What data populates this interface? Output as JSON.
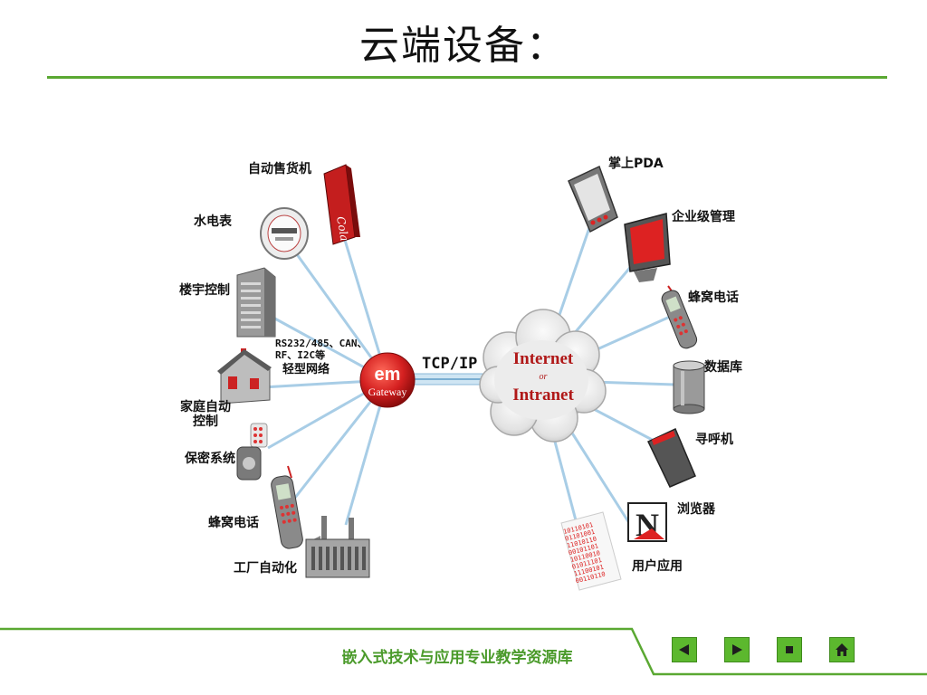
{
  "title": "云端设备：",
  "footer": {
    "text": "嵌入式技术与应用专业教学资源库"
  },
  "hub": {
    "top": "em",
    "bottom": "Gateway"
  },
  "protocol": "TCP/IP",
  "cloud": {
    "line1": "Internet",
    "line2": "or",
    "line3": "Intranet"
  },
  "bus_label": {
    "line1": "RS232/485、CAN、",
    "line2": "RF、I2C等",
    "line3": "轻型网络"
  },
  "left_devices": [
    {
      "id": "vending",
      "label": "自动售货机"
    },
    {
      "id": "meter",
      "label": "水电表"
    },
    {
      "id": "building",
      "label": "楼宇控制"
    },
    {
      "id": "home",
      "label_line1": "家庭自动",
      "label_line2": "控制"
    },
    {
      "id": "security",
      "label": "保密系统"
    },
    {
      "id": "cellphone",
      "label": "蜂窝电话"
    },
    {
      "id": "factory",
      "label": "工厂自动化"
    }
  ],
  "right_devices": [
    {
      "id": "pda",
      "label": "掌上PDA"
    },
    {
      "id": "enterprise",
      "label": "企业级管理"
    },
    {
      "id": "cellphone",
      "label": "蜂窝电话"
    },
    {
      "id": "database",
      "label": "数据库"
    },
    {
      "id": "pager",
      "label": "寻呼机"
    },
    {
      "id": "browser",
      "label": "浏览器"
    },
    {
      "id": "userapp",
      "label": "用户应用"
    }
  ],
  "browser_icon_letter": "N",
  "vending_brand": "Cola",
  "binary_text": [
    "10110101",
    "01101001",
    "11010110",
    "00101101",
    "10110010",
    "01011101",
    "11100101",
    "00110110"
  ],
  "nav": [
    "prev",
    "next",
    "stop",
    "home"
  ],
  "colors": {
    "accent": "#5aa832",
    "hub": "#d42020",
    "link": "#9cc6e0",
    "cloud": "#e8e8e8"
  }
}
